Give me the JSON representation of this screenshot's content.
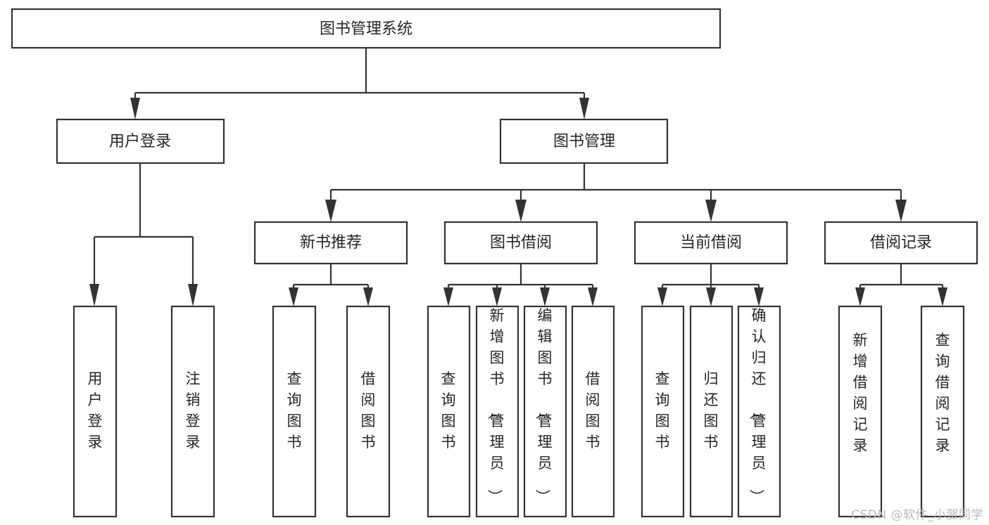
{
  "diagram": {
    "type": "hierarchy-tree",
    "title": "图书管理系统",
    "watermark": "CSDN @软件_小贺同学",
    "colors": {
      "box_stroke": "#333333",
      "box_fill": "#ffffff",
      "text": "#262626",
      "background": "#ffffff",
      "watermark": "#b9b9b9"
    },
    "levels": {
      "root": {
        "label": "图书管理系统"
      },
      "level2": [
        {
          "label": "用户登录"
        },
        {
          "label": "图书管理"
        }
      ],
      "level3": [
        {
          "label": "新书推荐"
        },
        {
          "label": "图书借阅"
        },
        {
          "label": "当前借阅"
        },
        {
          "label": "借阅记录"
        }
      ],
      "leaves": {
        "user_login": [
          {
            "label": "用户登录"
          },
          {
            "label": "注销登录"
          }
        ],
        "new_book_recommend": [
          {
            "label": "查询图书"
          },
          {
            "label": "借阅图书"
          }
        ],
        "book_borrow": [
          {
            "label": "查询图书"
          },
          {
            "label": "新增图书（管理员）"
          },
          {
            "label": "编辑图书（管理员）"
          },
          {
            "label": "借阅图书"
          }
        ],
        "current_borrow": [
          {
            "label": "查询图书"
          },
          {
            "label": "归还图书"
          },
          {
            "label": "确认归还（管理员）"
          }
        ],
        "borrow_record": [
          {
            "label": "新增借阅记录"
          },
          {
            "label": "查询借阅记录"
          }
        ]
      }
    }
  }
}
